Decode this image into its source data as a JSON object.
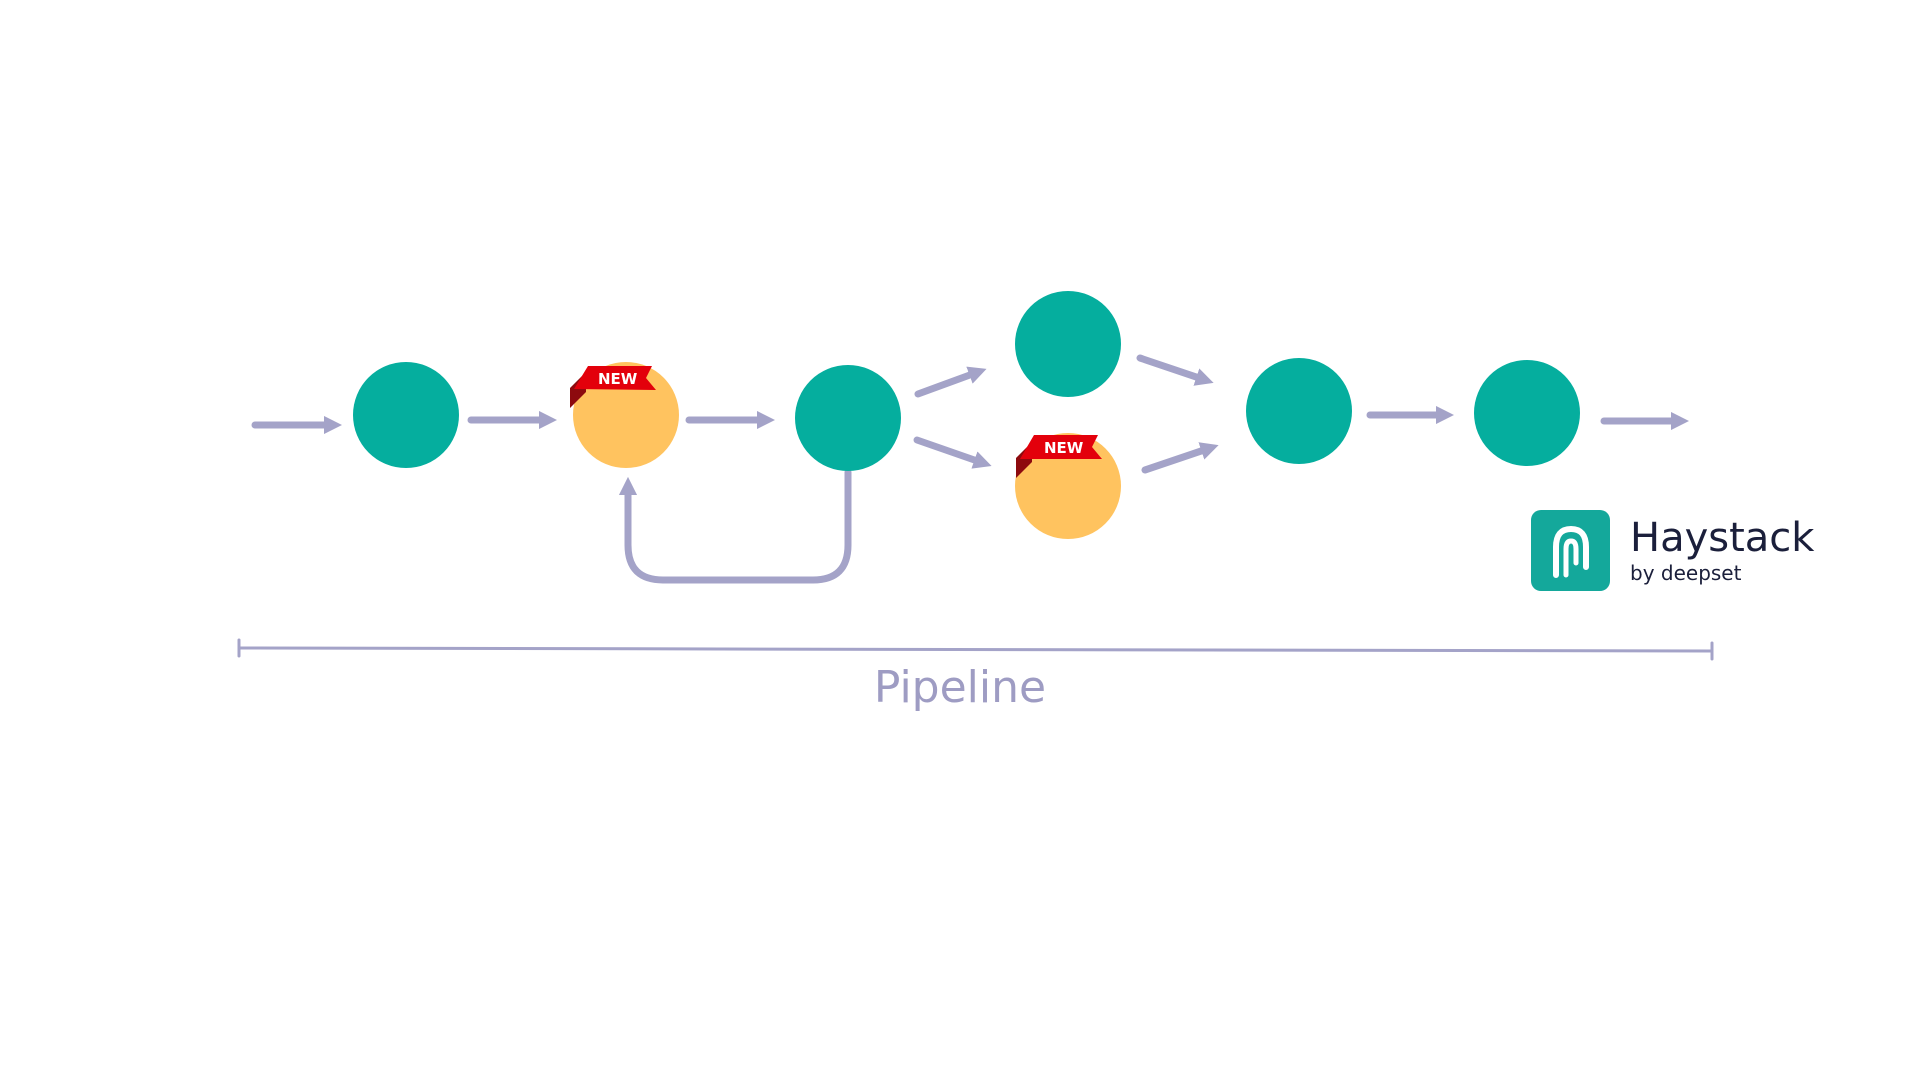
{
  "colors": {
    "component": "#05ae9e",
    "new_component": "#ffc35f",
    "connector": "#a4a3c8",
    "badge_red": "#e3000b",
    "badge_dark": "#8d0a0e",
    "label": "#9e9cc3",
    "brand_text": "#1b1f3b",
    "brand_mark": "#14a89b"
  },
  "badges": {
    "loop_component": "NEW",
    "branch_component": "NEW"
  },
  "pipeline": {
    "label": "Pipeline"
  },
  "brand": {
    "icon": "haystack-logo-icon",
    "title": "Haystack",
    "subtitle": "by deepset"
  }
}
